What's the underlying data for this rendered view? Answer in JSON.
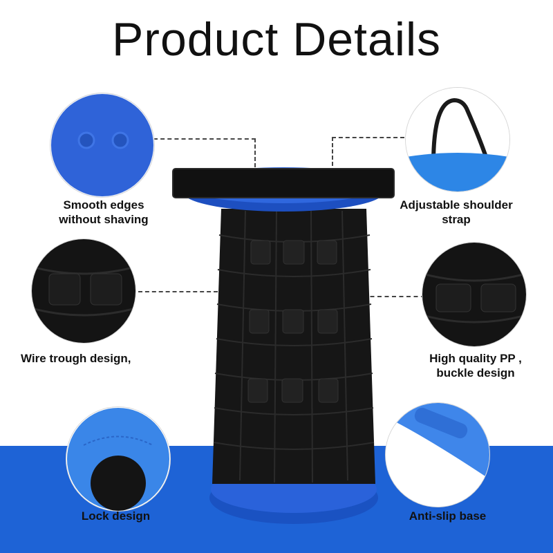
{
  "title": "Product Details",
  "features": {
    "smooth_edges": "Smooth edges without shaving",
    "shoulder_strap": "Adjustable shoulder strap",
    "wire_trough": "Wire trough design,",
    "buckle": "High quality PP , buckle design",
    "lock": "Lock design",
    "anti_slip": "Anti-slip base"
  },
  "colors": {
    "accent_blue": "#1e63d6",
    "seat_blue": "#2a5fd6",
    "body_black": "#161616"
  },
  "icons": {
    "stool": "folding-stool-product-image"
  }
}
